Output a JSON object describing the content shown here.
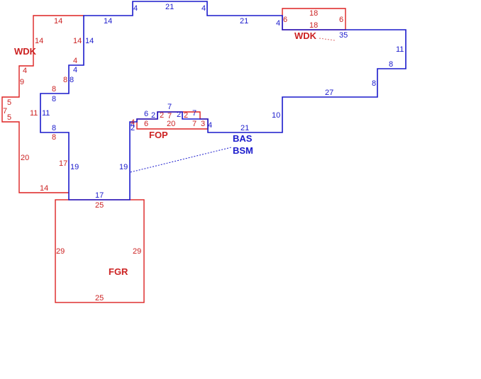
{
  "colors": {
    "main": "#1a1acc",
    "addition": "#cc2222",
    "background": "#ffffff"
  },
  "labels": {
    "bas": "BAS",
    "bsm": "BSM",
    "fgr": "FGR",
    "fop": "FOP",
    "wdk_left": "WDK",
    "wdk_right": "WDK"
  },
  "dims_blue": {
    "top_step1": "4",
    "top_wide": "21",
    "top_step2": "4",
    "upper_right_run": "21",
    "step_right_a": "4",
    "right_wing_top": "35",
    "right_wing_side": "11",
    "right_step_a": "8",
    "right_step_b": "8",
    "right_run": "27",
    "right_lower_side": "10",
    "bottom_run": "21",
    "porch_right_side": "4",
    "porch_a": "7",
    "porch_b": "2",
    "porch_c": "7",
    "porch_d": "2",
    "porch_e": "6",
    "porch_f": "2",
    "porch_g": "4",
    "porch_inner_left": "19",
    "base_run": "17",
    "left_lower_side": "19",
    "left_step_a": "8",
    "left_side_a": "11",
    "left_step_b": "8",
    "left_step_c": "8",
    "left_step_d": "4",
    "left_upper_side": "14",
    "top_left_run": "14"
  },
  "dims_red": {
    "wdk_top": "14",
    "wdk_left_a": "14",
    "wdk_right_a": "14",
    "wdk_left_b": "4",
    "wdk_left_c": "9",
    "wdk_left_d": "5",
    "wdk_left_e": "7",
    "wdk_left_f": "5",
    "wdk_left_g": "11",
    "wdk_left_h": "20",
    "wdk_bottom": "14",
    "wdk_inner_a": "4",
    "wdk_inner_b": "8",
    "wdk_inner_c": "8",
    "wdk_inner_d": "8",
    "wdk_inner_e": "17",
    "wdk2_top": "18",
    "wdk2_bottom": "18",
    "wdk2_left": "6",
    "wdk2_right": "6",
    "fop_left": "6",
    "fop_run": "20",
    "fop_a": "2",
    "fop_b": "7",
    "fop_c": "2",
    "fop_d": "7",
    "fop_e": "3",
    "fop_f": "4",
    "fgr_top": "25",
    "fgr_left": "29",
    "fgr_right": "29",
    "fgr_bottom": "25"
  }
}
